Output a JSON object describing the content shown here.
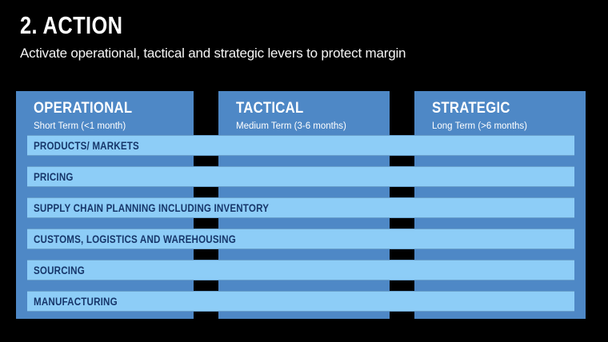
{
  "slide": {
    "title": "2. ACTION",
    "subtitle": "Activate operational, tactical and strategic levers to protect margin"
  },
  "columns": [
    {
      "label": "OPERATIONAL",
      "sublabel": "Short Term (<1 month)"
    },
    {
      "label": "TACTICAL",
      "sublabel": "Medium Term (3-6 months)"
    },
    {
      "label": "STRATEGIC",
      "sublabel": "Long Term (>6 months)"
    }
  ],
  "rows": [
    {
      "label": "PRODUCTS/ MARKETS"
    },
    {
      "label": "PRICING"
    },
    {
      "label": "SUPPLY CHAIN PLANNING INCLUDING INVENTORY"
    },
    {
      "label": "CUSTOMS, LOGISTICS AND WAREHOUSING"
    },
    {
      "label": "SOURCING"
    },
    {
      "label": "MANUFACTURING"
    }
  ],
  "colors": {
    "background": "#000000",
    "column_blue": "#4E88C6",
    "row_blue": "#8DCDF7",
    "row_text_navy": "#17376B",
    "title_text": "#FFFFFF"
  }
}
